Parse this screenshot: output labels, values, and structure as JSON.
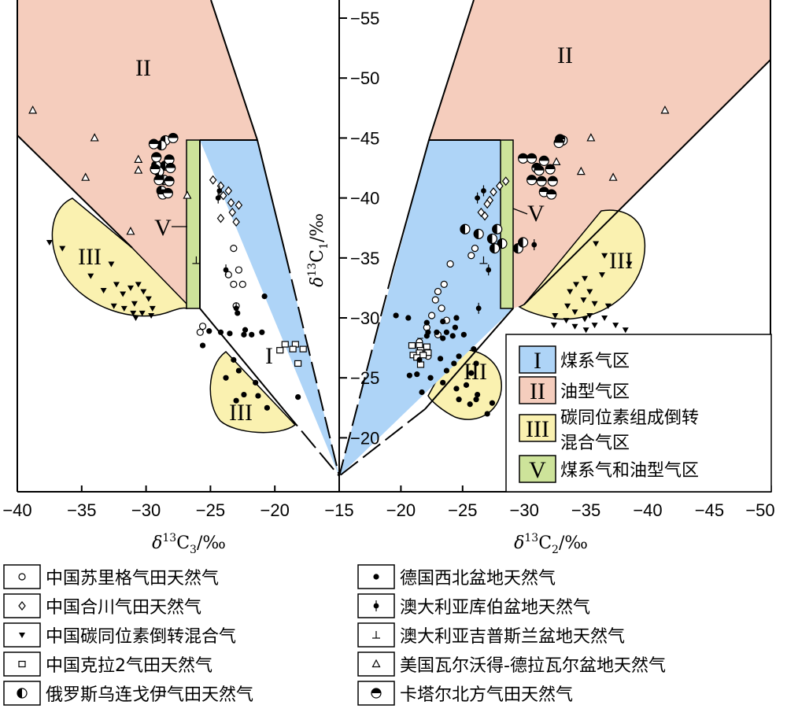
{
  "chart_data": {
    "type": "scatter",
    "left_panel": {
      "xlabel": "δ13C3/‰",
      "xticks": [
        -40,
        -35,
        -30,
        -25,
        -20,
        -15
      ],
      "xlim": [
        -40,
        -15
      ]
    },
    "right_panel": {
      "xlabel": "δ13C2/‰",
      "xticks": [
        -20,
        -25,
        -30,
        -35,
        -40,
        -45,
        -50
      ],
      "xlim": [
        -15,
        -50
      ]
    },
    "yaxis": {
      "label": "δ13C1/‰",
      "ticks": [
        -55,
        -50,
        -45,
        -40,
        -35,
        -30,
        -25,
        -20
      ],
      "ylim": [
        -15.5,
        -56.5
      ]
    },
    "zone_labels": {
      "I": "I",
      "II": "II",
      "III": "III",
      "V": "V"
    },
    "zone_legend": [
      {
        "roman": "I",
        "text": "煤系气区",
        "color": "#aed4f7"
      },
      {
        "roman": "II",
        "text": "油型气区",
        "color": "#f5cdbd"
      },
      {
        "roman": "III",
        "text": "碳同位素组成倒转",
        "text2": "混合气区",
        "color": "#faf1b0"
      },
      {
        "roman": "V",
        "text": "煤系气和油型气区",
        "color": "#cde39a"
      }
    ],
    "series": [
      {
        "name": "中国苏里格气田天然气",
        "marker": "circle-open",
        "points_left": [
          [
            -23.2,
            -35.8
          ],
          [
            -22.8,
            -34
          ],
          [
            -23.6,
            -33.6
          ],
          [
            -23.2,
            -32.8
          ],
          [
            -22.5,
            -32.8
          ],
          [
            -23,
            -31
          ],
          [
            -25.6,
            -29.3
          ],
          [
            -25.8,
            -28.8
          ]
        ],
        "points_right": [
          [
            -26,
            -35.8
          ],
          [
            -25.7,
            -35.2
          ],
          [
            -24,
            -34.5
          ],
          [
            -23.5,
            -32.8
          ],
          [
            -23,
            -32.2
          ],
          [
            -22.8,
            -31.5
          ],
          [
            -23.3,
            -30.8
          ],
          [
            -22.5,
            -30.2
          ],
          [
            -23.7,
            -29.8
          ],
          [
            -22.1,
            -29.2
          ],
          [
            -23,
            -28.6
          ],
          [
            -21.5,
            -28
          ],
          [
            -22.2,
            -26.8
          ]
        ]
      },
      {
        "name": "中国合川气田天然气",
        "marker": "diamond-open",
        "points_left": [
          [
            -24.8,
            -41.5
          ],
          [
            -24.2,
            -41
          ],
          [
            -23.6,
            -40.6
          ],
          [
            -24,
            -40.2
          ],
          [
            -23.4,
            -39.6
          ],
          [
            -22.8,
            -39.4
          ],
          [
            -23.3,
            -38.8
          ],
          [
            -24.2,
            -38.3
          ],
          [
            -23,
            -38
          ]
        ],
        "points_right": [
          [
            -28.5,
            -41.4
          ],
          [
            -28,
            -41
          ],
          [
            -27.5,
            -40.5
          ],
          [
            -27.2,
            -39.8
          ],
          [
            -27,
            -39.5
          ],
          [
            -26.5,
            -38.8
          ],
          [
            -26.8,
            -38.5
          ]
        ]
      },
      {
        "name": "中国碳同位素倒转混合气",
        "marker": "triangle-down",
        "points_left": [
          [
            -37.5,
            -36.3
          ],
          [
            -36.5,
            -35.8
          ],
          [
            -32.7,
            -34.5
          ],
          [
            -34.3,
            -33.5
          ],
          [
            -32.3,
            -32.8
          ],
          [
            -33.3,
            -32.3
          ],
          [
            -31.8,
            -32
          ],
          [
            -31.2,
            -32.5
          ],
          [
            -30.6,
            -32.8
          ],
          [
            -30.2,
            -32.2
          ],
          [
            -29.8,
            -31.6
          ],
          [
            -30.9,
            -31.2
          ],
          [
            -31.7,
            -30.8
          ],
          [
            -32.5,
            -31
          ],
          [
            -29.5,
            -30.8
          ],
          [
            -30.3,
            -30.4
          ],
          [
            -31,
            -30.4
          ],
          [
            -29.6,
            -30.2
          ],
          [
            -30.8,
            -30
          ]
        ],
        "points_right": [
          [
            -35.8,
            -36.2
          ],
          [
            -36.5,
            -35.2
          ],
          [
            -38.5,
            -34.5
          ],
          [
            -36.3,
            -33.6
          ],
          [
            -34.9,
            -33.3
          ],
          [
            -34.2,
            -32.8
          ],
          [
            -35.3,
            -32.2
          ],
          [
            -33.7,
            -32.2
          ],
          [
            -34.8,
            -31.5
          ],
          [
            -35.7,
            -31.2
          ],
          [
            -36.8,
            -31
          ],
          [
            -33.5,
            -31
          ],
          [
            -34.1,
            -30.5
          ],
          [
            -35.3,
            -30.2
          ],
          [
            -32.5,
            -30.2
          ],
          [
            -33.4,
            -29.8
          ],
          [
            -34.9,
            -29.9
          ],
          [
            -36.5,
            -30
          ],
          [
            -32.4,
            -29.4
          ],
          [
            -35.7,
            -29.4
          ],
          [
            -34.1,
            -29.3
          ],
          [
            -37.4,
            -29.4
          ],
          [
            -35,
            -29
          ],
          [
            -38.2,
            -29
          ]
        ]
      },
      {
        "name": "中国克拉2气田天然气",
        "marker": "square-open",
        "points_left": [
          [
            -19.2,
            -27.8
          ],
          [
            -18.4,
            -27.8
          ],
          [
            -19.6,
            -27.3
          ],
          [
            -18.6,
            -27.4
          ],
          [
            -17.8,
            -27.4
          ],
          [
            -18.2,
            -26.2
          ]
        ],
        "points_right": [
          [
            -20.9,
            -27.7
          ],
          [
            -21.5,
            -27.7
          ],
          [
            -22.1,
            -27.6
          ],
          [
            -21.6,
            -27.3
          ],
          [
            -22.2,
            -27.1
          ],
          [
            -21.5,
            -27.1
          ],
          [
            -21.8,
            -26.9
          ],
          [
            -21,
            -26.9
          ],
          [
            -21.3,
            -26.7
          ],
          [
            -21.6,
            -26.1
          ]
        ]
      },
      {
        "name": "俄罗斯乌连戈伊气田天然气",
        "marker": "half-left",
        "points_left": [
          [
            -28.5,
            -44.8
          ],
          [
            -28.8,
            -44.4
          ],
          [
            -29.2,
            -42.7
          ],
          [
            -28.5,
            -42.7
          ],
          [
            -29,
            -42.2
          ],
          [
            -28.6,
            -41.5
          ],
          [
            -28.8,
            -40.6
          ]
        ],
        "points_right": [
          [
            -33.1,
            -44.8
          ],
          [
            -25.2,
            -37.4
          ],
          [
            -27.8,
            -37.4
          ],
          [
            -26.3,
            -37
          ],
          [
            -27.4,
            -36.6
          ],
          [
            -28.2,
            -36.2
          ],
          [
            -27.6,
            -35.8
          ],
          [
            -29.5,
            -35.8
          ],
          [
            -29.9,
            -36.3
          ]
        ]
      },
      {
        "name": "德国西北盆地天然气",
        "marker": "dot",
        "points_left": [
          [
            -20.8,
            -31.8
          ],
          [
            -22.9,
            -30.4
          ],
          [
            -22.3,
            -29
          ],
          [
            -22.4,
            -28.6
          ],
          [
            -21.8,
            -28.6
          ],
          [
            -21,
            -28.8
          ],
          [
            -23.5,
            -28.7
          ],
          [
            -24.2,
            -28.8
          ],
          [
            -25.1,
            -28.9
          ],
          [
            -25.6,
            -27.7
          ],
          [
            -23.2,
            -26.5
          ],
          [
            -22.8,
            -25.6
          ],
          [
            -21.5,
            -24.6
          ],
          [
            -23.8,
            -25
          ],
          [
            -22.4,
            -23.6
          ],
          [
            -21.3,
            -23.5
          ],
          [
            -18.2,
            -23.4
          ],
          [
            -23,
            -23.1
          ],
          [
            -20.6,
            -22.5
          ]
        ],
        "points_right": [
          [
            -19.6,
            -30.2
          ],
          [
            -20.6,
            -30
          ],
          [
            -22.1,
            -29.6
          ],
          [
            -23.4,
            -29.7
          ],
          [
            -24.5,
            -30
          ],
          [
            -24.4,
            -29.2
          ],
          [
            -23.7,
            -28.8
          ],
          [
            -22.9,
            -28.8
          ],
          [
            -22.2,
            -28.8
          ],
          [
            -25.1,
            -28.6
          ],
          [
            -24.2,
            -28.5
          ],
          [
            -23.4,
            -28.3
          ],
          [
            -22.1,
            -28.5
          ],
          [
            -25.9,
            -27.4
          ],
          [
            -24.7,
            -26.8
          ],
          [
            -23.2,
            -26.6
          ],
          [
            -21.5,
            -26.5
          ],
          [
            -26.1,
            -26.2
          ],
          [
            -24.3,
            -26.2
          ],
          [
            -23.7,
            -25.6
          ],
          [
            -25.7,
            -25.4
          ],
          [
            -21.3,
            -25.3
          ],
          [
            -20.7,
            -25.2
          ],
          [
            -22.4,
            -25
          ],
          [
            -23.4,
            -24.6
          ],
          [
            -24.5,
            -24.1
          ],
          [
            -25.3,
            -24.4
          ],
          [
            -26.2,
            -23.6
          ],
          [
            -21.7,
            -23.8
          ],
          [
            -24.7,
            -23.2
          ],
          [
            -26.1,
            -23.2
          ],
          [
            -25.6,
            -22.8
          ],
          [
            -27.4,
            -22.9
          ],
          [
            -27,
            -22
          ]
        ]
      },
      {
        "name": "澳大利亚库伯盆地天然气",
        "marker": "dot-bar",
        "points_left": [
          [
            -24.3,
            -40.6
          ],
          [
            -24.4,
            -40
          ],
          [
            -23.8,
            -34
          ],
          [
            -23,
            -30.8
          ]
        ],
        "points_right": [
          [
            -26.7,
            -40.6
          ],
          [
            -26.2,
            -40
          ],
          [
            -30.8,
            -36.1
          ],
          [
            -27.1,
            -34
          ],
          [
            -26.3,
            -30.8
          ]
        ]
      },
      {
        "name": "澳大利亚吉普斯兰盆地天然气",
        "marker": "bottom-tee",
        "points_left": [
          [
            -26.1,
            -34.8
          ]
        ],
        "points_right": [
          [
            -26.7,
            -34.8
          ]
        ]
      },
      {
        "name": "美国瓦尔沃得-德拉瓦尔盆地天然气",
        "marker": "triangle-open",
        "points_left": [
          [
            -38.8,
            -47.3
          ],
          [
            -34,
            -45
          ],
          [
            -30.6,
            -43.2
          ],
          [
            -30.6,
            -42.3
          ],
          [
            -34.7,
            -41.7
          ],
          [
            -31.2,
            -37.2
          ],
          [
            -26.8,
            -40.2
          ]
        ],
        "points_right": [
          [
            -41.4,
            -47.3
          ],
          [
            -35.4,
            -45
          ],
          [
            -32.6,
            -43
          ],
          [
            -34.6,
            -42.2
          ],
          [
            -37.2,
            -41.7
          ]
        ]
      },
      {
        "name": "卡塔尔北方气田天然气",
        "marker": "half-top",
        "points_left": [
          [
            -27.9,
            -45
          ],
          [
            -29.4,
            -44.5
          ],
          [
            -29.2,
            -43.4
          ],
          [
            -28.2,
            -43.2
          ],
          [
            -29.3,
            -42.4
          ],
          [
            -28.1,
            -42.5
          ],
          [
            -29,
            -41.5
          ],
          [
            -28.2,
            -41.4
          ],
          [
            -28.7,
            -40.3
          ],
          [
            -28.3,
            -40.4
          ]
        ],
        "points_right": [
          [
            -32.9,
            -44.9
          ],
          [
            -32.8,
            -44.6
          ],
          [
            -29.9,
            -43.3
          ],
          [
            -30.6,
            -43.3
          ],
          [
            -31.6,
            -43.1
          ],
          [
            -31,
            -42.5
          ],
          [
            -32.1,
            -42.4
          ],
          [
            -31.2,
            -42.3
          ],
          [
            -30.6,
            -41.5
          ],
          [
            -31.4,
            -41.4
          ],
          [
            -32.3,
            -41.4
          ],
          [
            -31.6,
            -40.5
          ],
          [
            -32.2,
            -40.3
          ]
        ]
      }
    ]
  }
}
